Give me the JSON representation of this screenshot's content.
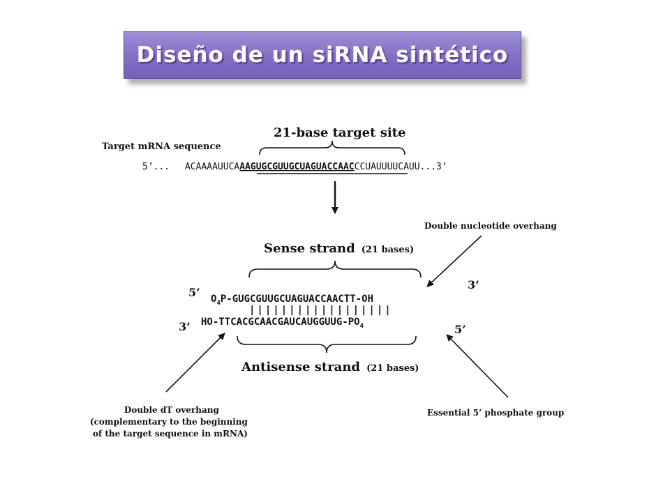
{
  "title": "Diseño de un siRNA sintético",
  "target": {
    "label": "Target mRNA sequence",
    "site_label": "21-base target site",
    "prefix": "5’...",
    "before": "ACAAAAUUCA",
    "site": "AAGUGCGUUGCUAGUACCAAC",
    "after": "CCUAUUUUCAUU...3’"
  },
  "sense": {
    "label": "Sense strand",
    "count": "(21 bases)",
    "end5": "5’",
    "end3": "3’",
    "phos": "O",
    "phos_sub": "4",
    "sequence": "P-GUGCGUUGCUAGUACCAACTT-OH"
  },
  "pairing": "||||||||||||||||||",
  "antisense": {
    "label": "Antisense strand",
    "count": "(21 bases)",
    "end3": "3’",
    "end5": "5’",
    "sequence": "HO-TTCACGCAACGAUCAUGGUUG-PO",
    "phos_sub": "4"
  },
  "annotations": {
    "nucleotide_overhang": "Double nucleotide overhang",
    "dt_overhang": [
      "Double dT overhang",
      "(complementary to the beginning",
      "of the target sequence in mRNA)"
    ],
    "phosphate": "Essential 5’ phosphate group"
  }
}
